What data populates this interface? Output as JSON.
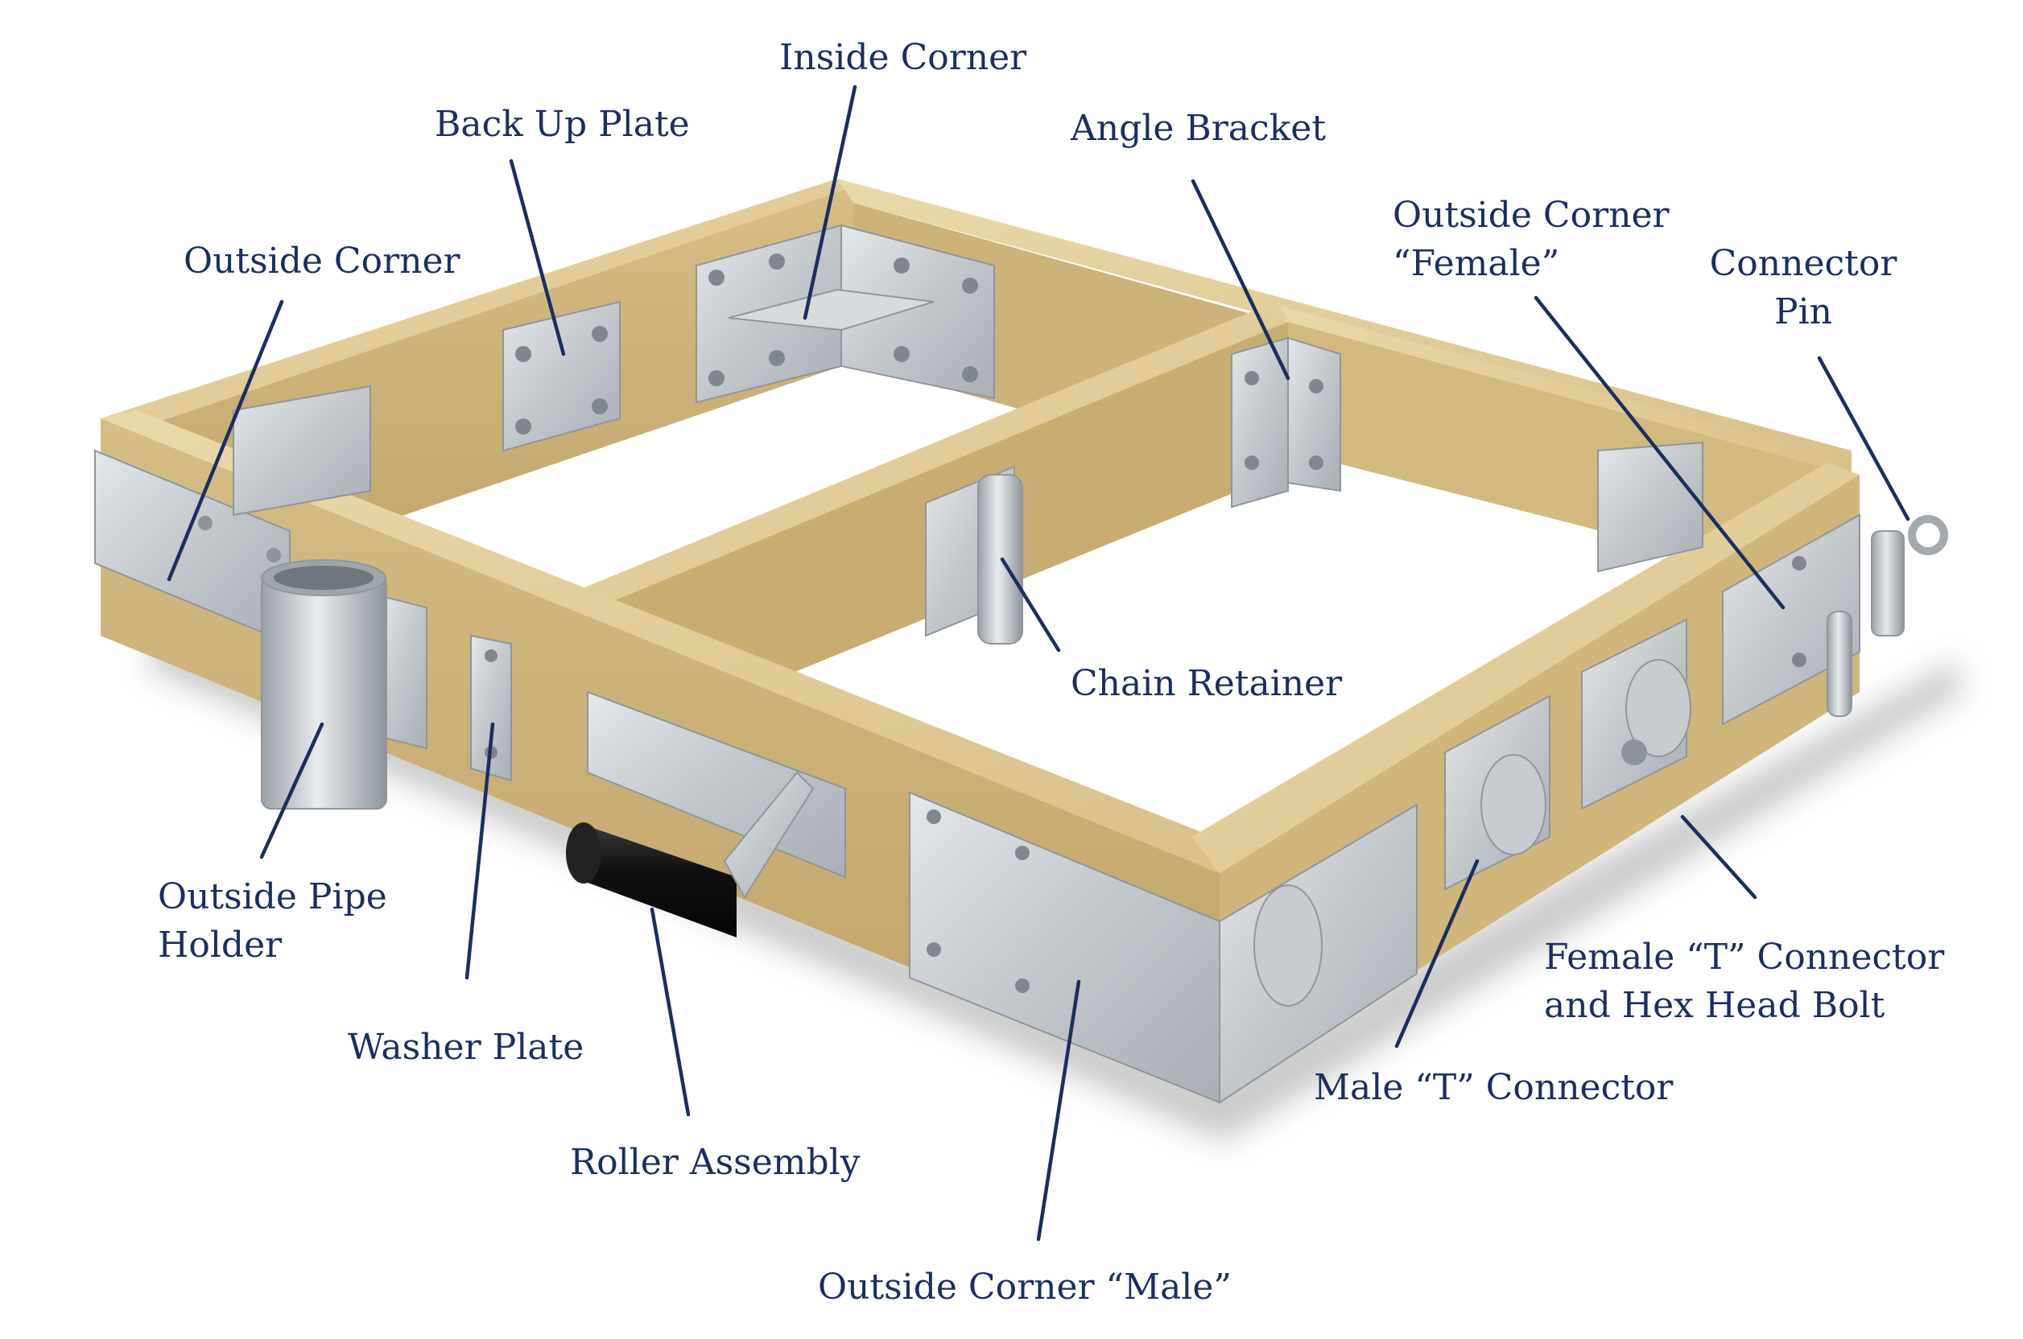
{
  "labels": {
    "inside_corner": "Inside Corner",
    "back_up_plate": "Back Up Plate",
    "angle_bracket": "Angle Bracket",
    "outside_corner": "Outside Corner",
    "outside_corner_female_line1": "Outside Corner",
    "outside_corner_female_line2": "“Female”",
    "connector_pin_line1": "Connector",
    "connector_pin_line2": "Pin",
    "chain_retainer": "Chain Retainer",
    "outside_pipe_holder_line1": "Outside Pipe",
    "outside_pipe_holder_line2": "Holder",
    "washer_plate": "Washer Plate",
    "roller_assembly": "Roller Assembly",
    "outside_corner_male": "Outside Corner “Male”",
    "male_t_connector": "Male “T” Connector",
    "female_t_connector_line1": "Female “T” Connector",
    "female_t_connector_line2": "and Hex Head Bolt"
  },
  "colors": {
    "label_text": "#1b2f5e",
    "wood_top": "#e3cf99",
    "wood_side": "#c9ae74",
    "galvanized_metal": "#c9cdd1",
    "roller": "#1a1a1a"
  }
}
